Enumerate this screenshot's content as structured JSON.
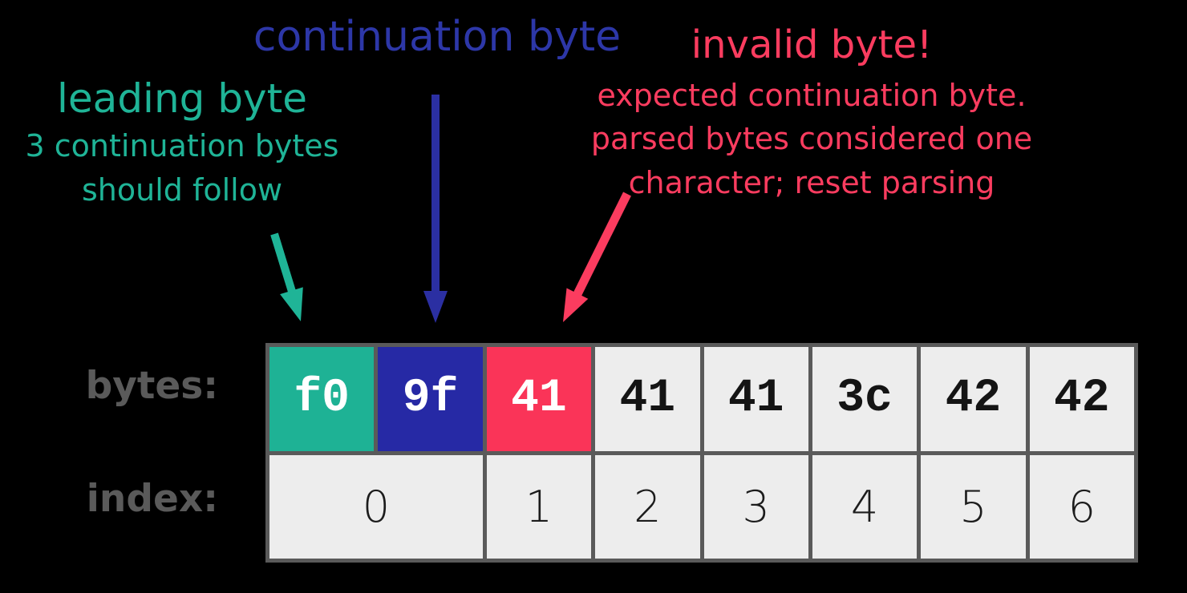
{
  "background": "#000000",
  "colors": {
    "background": "#000000",
    "teal": "#1fb497",
    "teal_cell": "#1eb295",
    "blue": "#2d37a8",
    "blue_arrow": "#2b2fa2",
    "blue_cell": "#2629a5",
    "red": "#fb3c5f",
    "red_cell": "#fa3458",
    "cell_gray": "#ededed",
    "table_border": "#5a5a5a",
    "label_gray": "#5a5a5a",
    "byte_text_dark": "#141414",
    "byte_text_light": "#ffffff",
    "index_text": "#1c1c1c"
  },
  "annotations": {
    "continuation": {
      "title": "continuation byte"
    },
    "leading": {
      "title": "leading byte",
      "note_line1": "3 continuation bytes",
      "note_line2": "should follow"
    },
    "invalid": {
      "title": "invalid byte!",
      "note_line1": "expected continuation byte.",
      "note_line2": "parsed bytes considered one",
      "note_line3": "character; reset parsing"
    }
  },
  "table": {
    "bytes_label": "bytes:",
    "index_label": "index:",
    "bytes": [
      {
        "value": "f0",
        "kind": "leading"
      },
      {
        "value": "9f",
        "kind": "continuation"
      },
      {
        "value": "41",
        "kind": "invalid"
      },
      {
        "value": "41",
        "kind": "plain"
      },
      {
        "value": "41",
        "kind": "plain"
      },
      {
        "value": "3c",
        "kind": "plain"
      },
      {
        "value": "42",
        "kind": "plain"
      },
      {
        "value": "42",
        "kind": "plain"
      }
    ],
    "index": [
      {
        "value": "0",
        "span": 2
      },
      {
        "value": "1",
        "span": 1
      },
      {
        "value": "2",
        "span": 1
      },
      {
        "value": "3",
        "span": 1
      },
      {
        "value": "4",
        "span": 1
      },
      {
        "value": "5",
        "span": 1
      },
      {
        "value": "6",
        "span": 1
      }
    ]
  }
}
